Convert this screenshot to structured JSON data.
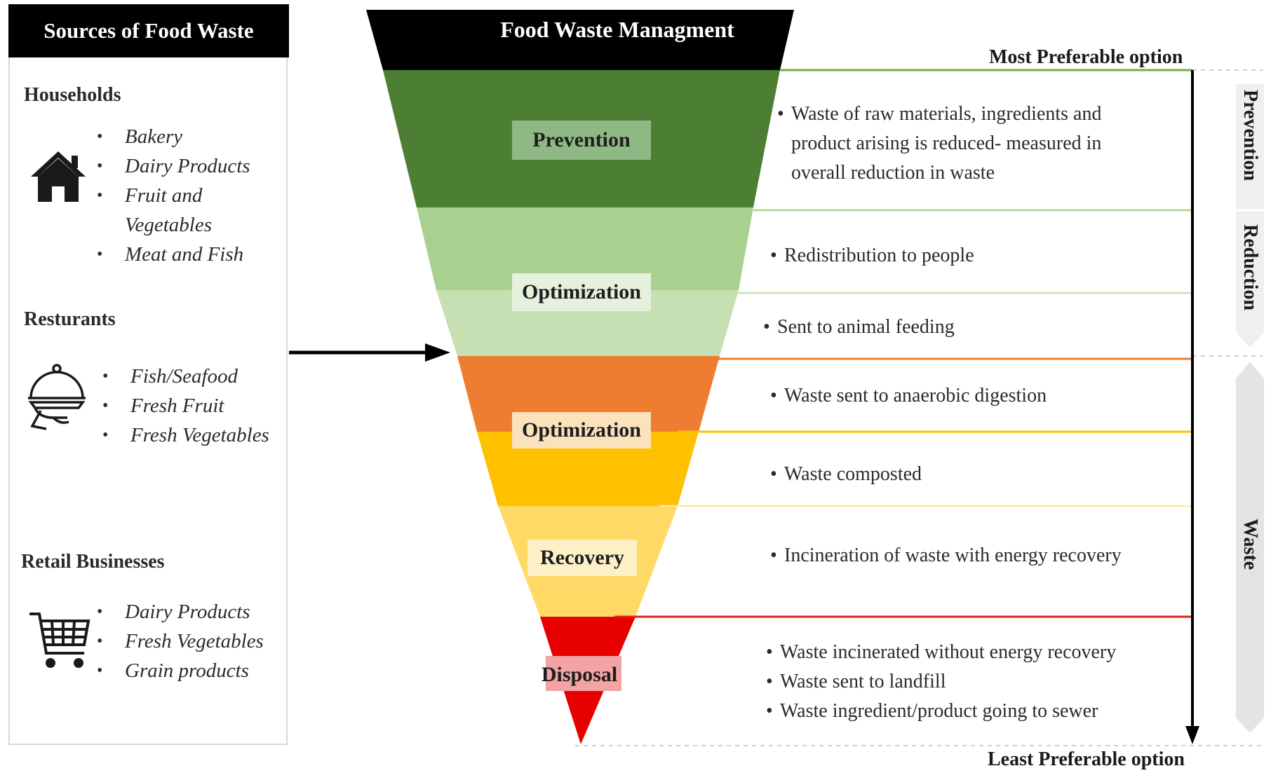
{
  "sources": {
    "title": "Sources of Food Waste",
    "groups": [
      {
        "name": "Households",
        "icon": "house-icon",
        "items": [
          "Bakery",
          "Dairy Products",
          "Fruit and Vegetables",
          "Meat and Fish"
        ]
      },
      {
        "name": "Resturants",
        "icon": "serving-cloche-icon",
        "items": [
          "Fish/Seafood",
          "Fresh Fruit",
          "Fresh Vegetables"
        ]
      },
      {
        "name": "Retail Businesses",
        "icon": "shopping-cart-icon",
        "items": [
          "Dairy Products",
          "Fresh Vegetables",
          "Grain products"
        ]
      }
    ]
  },
  "funnel": {
    "title": "Food Waste Managment",
    "stages": {
      "prevention": "Prevention",
      "optimization_1": "Optimization",
      "optimization_2": "Optimization",
      "recovery": "Recovery",
      "disposal": "Disposal"
    },
    "colors": {
      "header": "#000000",
      "prevention": "#4c7f33",
      "optimization_light_green_1": "#a9d08e",
      "optimization_light_green_2": "#c6e0b4",
      "optimization_orange": "#ed7d31",
      "optimization_yellow": "#ffc000",
      "recovery_light_yellow": "#ffd966",
      "disposal_red": "#e60000",
      "guide_green": "#70ad47",
      "guide_orange": "#ed7d31",
      "guide_yellow": "#ffd700",
      "guide_red": "#e02020"
    }
  },
  "descriptions": {
    "prevention": "Waste of raw materials, ingredients and product arising is reduced- measured in overall reduction in waste",
    "redistribution": "Redistribution to people",
    "animal_feeding": "Sent to animal feeding",
    "anaerobic": "Waste sent to anaerobic digestion",
    "composted": "Waste composted",
    "incineration_recovery": "Incineration of waste with energy recovery",
    "disposal_items": [
      "Waste incinerated without energy recovery",
      "Waste sent to landfill",
      "Waste ingredient/product going to sewer"
    ]
  },
  "scale": {
    "top_label": "Most Preferable option",
    "bottom_label": "Least Preferable option"
  },
  "side_tabs": {
    "prevention": "Prevention",
    "reduction": "Reduction",
    "waste": "Waste"
  }
}
